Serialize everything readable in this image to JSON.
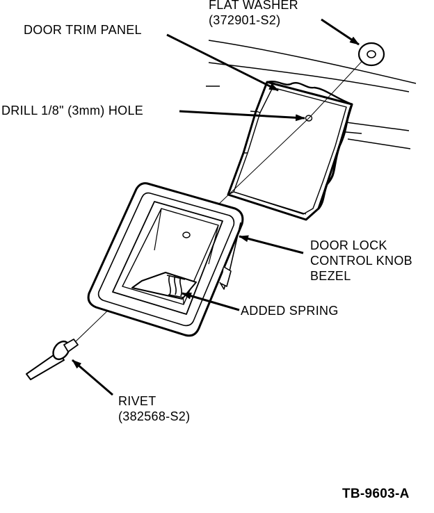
{
  "labels": {
    "flat_washer": {
      "line1": "FLAT WASHER",
      "line2": "(372901-S2)"
    },
    "door_trim_panel": "DOOR TRIM PANEL",
    "drill_hole": "DRILL 1/8\" (3mm) HOLE",
    "bezel": {
      "line1": "DOOR LOCK",
      "line2": "CONTROL KNOB",
      "line3": "BEZEL"
    },
    "added_spring": "ADDED SPRING",
    "rivet": {
      "line1": "RIVET",
      "line2": "(382568-S2)"
    }
  },
  "figure_id": "TB-9603-A",
  "colors": {
    "ink": "#000000",
    "paper": "#ffffff"
  }
}
